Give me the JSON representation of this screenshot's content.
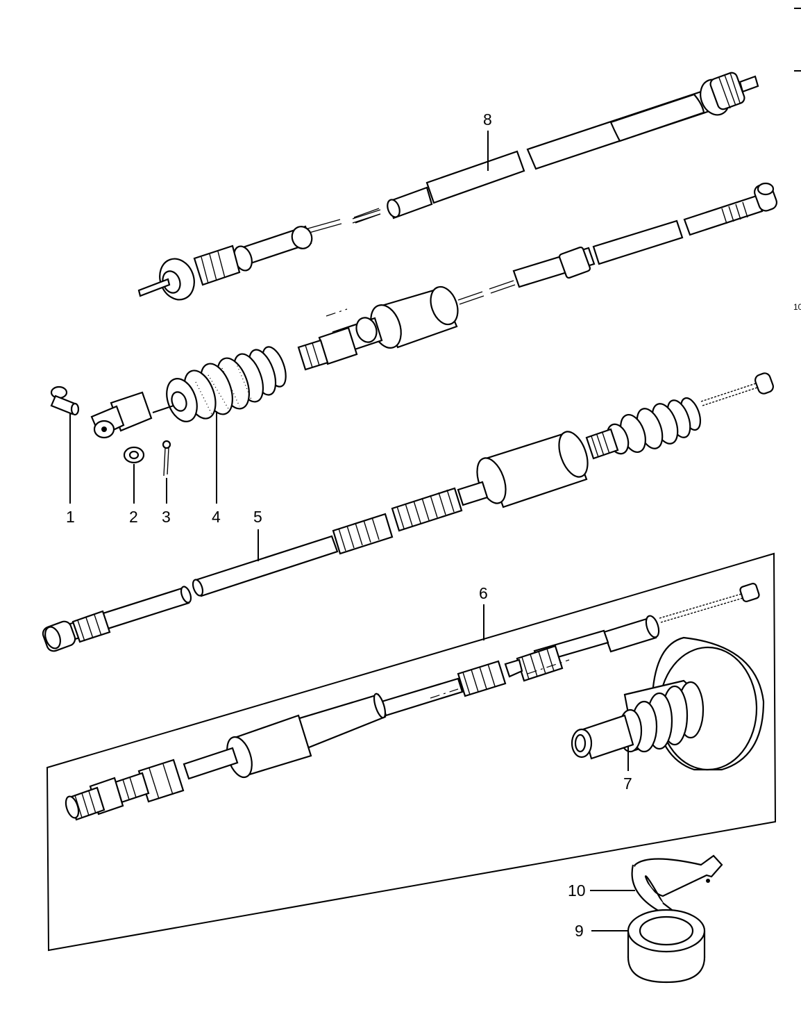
{
  "diagram": {
    "callouts": [
      {
        "id": "p1",
        "text": "1"
      },
      {
        "id": "p2",
        "text": "2"
      },
      {
        "id": "p3",
        "text": "3"
      },
      {
        "id": "p4",
        "text": "4"
      },
      {
        "id": "p5",
        "text": "5"
      },
      {
        "id": "p6",
        "text": "6"
      },
      {
        "id": "p7",
        "text": "7"
      },
      {
        "id": "p8",
        "text": "8"
      },
      {
        "id": "p9",
        "text": "9"
      },
      {
        "id": "p10",
        "text": "10"
      }
    ],
    "edge_mark": "10"
  }
}
